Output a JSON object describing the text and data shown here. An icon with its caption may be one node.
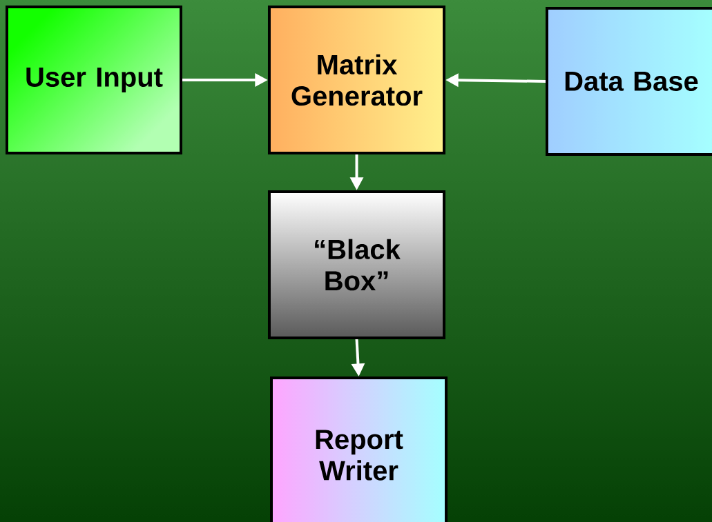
{
  "diagram": {
    "nodes": [
      {
        "text": [
          "User Input"
        ]
      },
      {
        "text": [
          "Matrix Generator"
        ]
      },
      {
        "text": [
          "Data Base"
        ]
      },
      {
        "text": [
          "“Black Box”"
        ]
      },
      {
        "text": [
          "Report Writer"
        ]
      }
    ],
    "edges": [
      {
        "from": 0,
        "to": 1,
        "arrow": "to"
      },
      {
        "from": 2,
        "to": 1,
        "arrow": "to"
      },
      {
        "from": 1,
        "to": 3,
        "arrow": "to"
      },
      {
        "from": 3,
        "to": 4,
        "arrow": "to"
      }
    ]
  }
}
